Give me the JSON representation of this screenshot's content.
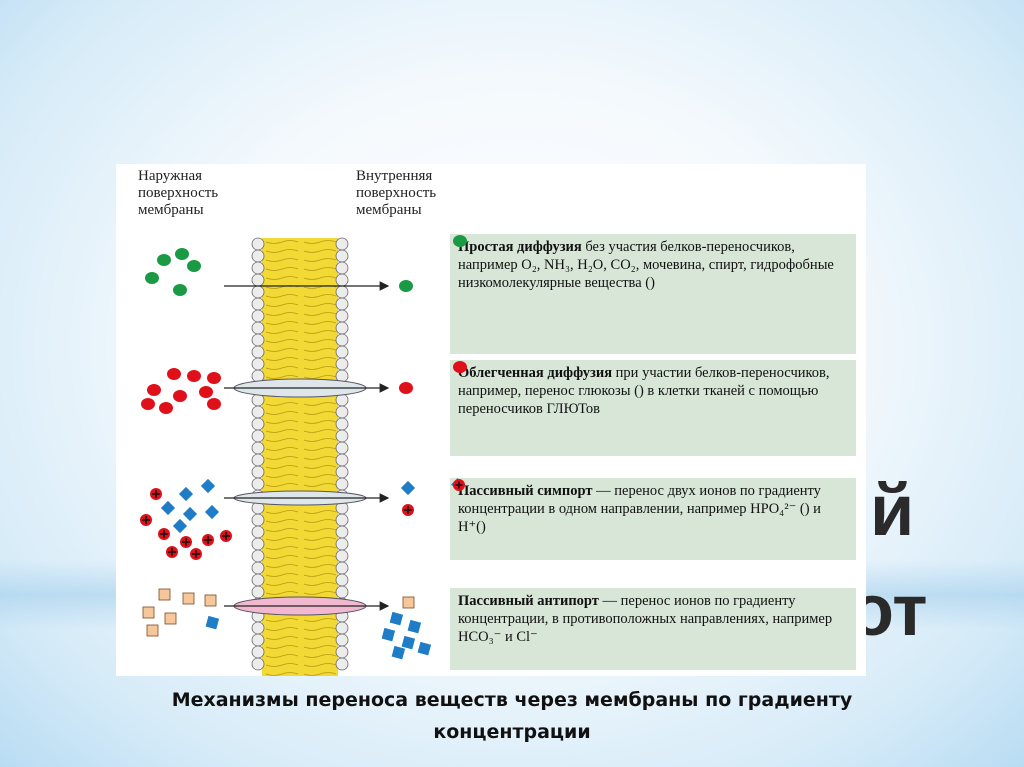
{
  "slide": {
    "ghost_title_parts": [
      "й",
      "от"
    ],
    "caption_line1": "Механизмы переноса веществ через мембраны по градиенту",
    "caption_line2": "концентрации"
  },
  "figure": {
    "outer_label": "Наружная поверхность мембраны",
    "inner_label": "Внутренняя поверхность мембраны",
    "colors": {
      "bilayer": "#f2d935",
      "green": "#1a9a44",
      "red": "#e0101a",
      "blue": "#1f7cc6",
      "orange": "#f6c79a",
      "box_bg": "#d8e6d8",
      "carrier_pink": "#f2b8d0",
      "carrier_gray": "#dfe6ea"
    },
    "boxes": [
      {
        "title": "Простая диффузия",
        "text": "без участия белков-переносчиков, например O₂, NH₃, H₂O, CO₂, мочевина, спирт, гидрофобные низкомолекулярные вещества (",
        "tail": ")",
        "icon": "green-circle"
      },
      {
        "title": "Облегченная диффузия",
        "text": "при участии белков-переносчиков, например, перенос глюкозы (",
        "tail": ") в клетки тканей с помощью переносчиков ГЛЮТов",
        "icon": "red-circle"
      },
      {
        "title": "Пассивный симпорт",
        "text": "— перенос двух ионов по градиенту концентрации в одном направлении, например HPO₄²⁻ (",
        "mid": ") и H⁺(",
        "tail": ")",
        "icon": "blue-diamond",
        "icon2": "red-plus-circle"
      },
      {
        "title": "Пассивный антипорт",
        "text": "— перенос ионов по градиенту концентрации, в противоположных направлениях, например HCO₃⁻ и Cl⁻",
        "icon": "none"
      }
    ]
  }
}
